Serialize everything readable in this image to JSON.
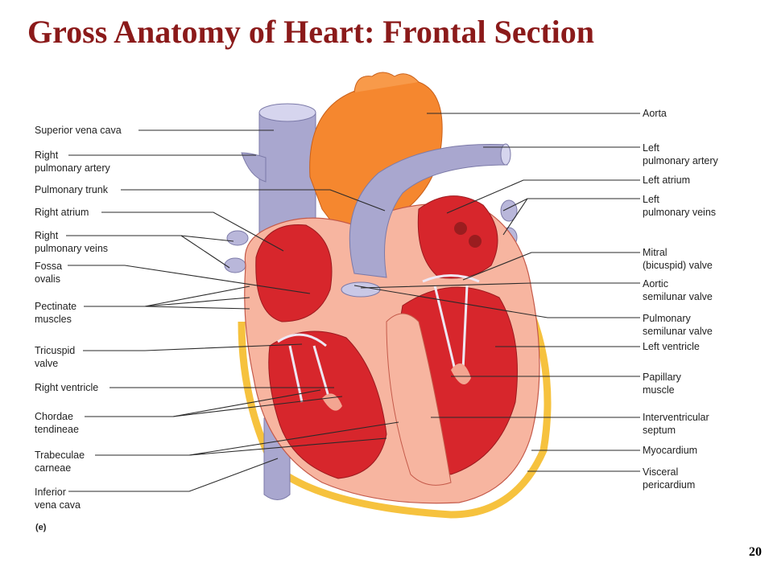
{
  "slide": {
    "title": "Gross Anatomy of Heart: Frontal Section",
    "page_number": "20",
    "panel_letter": "(e)"
  },
  "colors": {
    "title": "#8b1a1a",
    "aorta": "#f5872f",
    "vessel_blue": "#a9a7cf",
    "chamber_red": "#d7262c",
    "wall_pink": "#f7b5a0",
    "fat_yellow": "#f6c23e"
  },
  "labels_left": [
    "Superior vena cava",
    "Right\npulmonary artery",
    "Pulmonary trunk",
    "Right atrium",
    "Right\npulmonary veins",
    "Fossa\novalis",
    "Pectinate\nmuscles",
    "Tricuspid\nvalve",
    "Right ventricle",
    "Chordae\ntendineae",
    "Trabeculae\ncarneae",
    "Inferior\nvena cava"
  ],
  "labels_right": [
    "Aorta",
    "Left\npulmonary artery",
    "Left atrium",
    "Left\npulmonary veins",
    "Mitral\n(bicuspid) valve",
    "Aortic\nsemilunar valve",
    "Pulmonary\nsemilunar valve",
    "Left ventricle",
    "Papillary\nmuscle",
    "Interventricular\nseptum",
    "Myocardium",
    "Visceral\npericardium"
  ]
}
